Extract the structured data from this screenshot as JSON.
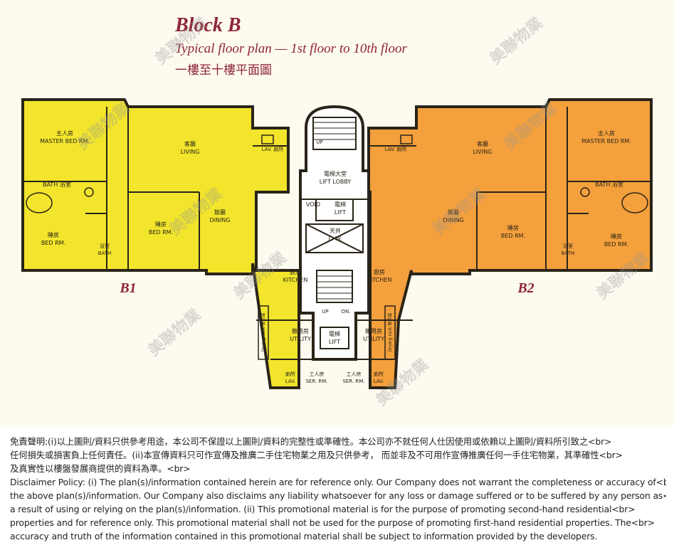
{
  "header": {
    "title": "Block B",
    "subtitle": "Typical floor plan — 1st floor to 10th floor",
    "subtitle_zh": "一樓至十樓平面圖"
  },
  "units": {
    "b1": "B1",
    "b2": "B2"
  },
  "rooms": {
    "master_b1": "主人房\nMASTER BED RM.",
    "bath_b1": "BATH 浴室",
    "bed1_b1": "睡房\nBED RM.",
    "bed2_b1": "睡房\nBED RM.",
    "bath2_b1": "浴室\nBATH",
    "living_b1": "客廳\nLIVING",
    "dining_b1": "飯廳\nDINING",
    "lav_b1": "LAV. 廁所",
    "kitchen_b1": "廚房\nKITCHEN",
    "utility_b1": "雜用房\nUTILITY",
    "lav2_b1": "廁所\nLAV.",
    "serrm_b1": "工人房\nSER. RM.",
    "master_b2": "主人房\nMASTER BED RM.",
    "bath_b2": "BATH 浴室",
    "bed1_b2": "睡房\nBED RM.",
    "bed2_b2": "睡房\nBED RM.",
    "bath2_b2": "浴室\nBATH",
    "living_b2": "客廳\nLIVING",
    "dining_b2": "飯廳\nDINING",
    "lav_b2": "LAV. 廁所",
    "kitchen_b2": "廚房\nKITCHEN",
    "utility_b2": "雜用房\nUTILITY",
    "lav2_b2": "廁所\nLAV.",
    "serrm_b2": "工人房\nSER. RM.",
    "lift_lobby": "電梯大堂\nLIFT LOBBY",
    "lift_top": "電梯\nLIFT",
    "void": "VOID",
    "lightwell": "天井\nL.   W.",
    "lift_bottom": "電梯\nLIFT",
    "stair_up_top": "UP",
    "stair_up": "UP",
    "stair_dn": "DN.",
    "drying_rack_1": "Drying rack 晾衣架",
    "drying_rack_2": "Drying rack 晾衣架"
  },
  "watermark": "美聯物業",
  "disclaimer": [
    "免責聲明:(i)以上圖則/資料只供參考用途，本公司不保證以上圖則/資料的完整性或準確性。本公司亦不就任何人仕因使用或依賴以上圖則/資料所引致之<br>",
    "任何損失或損害負上任何責任。(ii)本宣傳資料只可作宣傳及推廣二手住宅物業之用及只供參考， 而並非及不可用作宣傳推廣任何一手住宅物業，其準確性<br>",
    "及真實性以樓盤發展商提供的資料為準。<br>",
    "Disclaimer Policy: (i) The plan(s)/information contained herein are for reference only. Our Company does not warrant the completeness or accuracy of<br>",
    "the above plan(s)/information. Our Company also disclaims any liability whatsoever for any loss or damage suffered or to be suffered by any person as<br>",
    "a result of using or relying on the plan(s)/information. (ii) This promotional material is for the purpose of promoting second-hand residential<br>",
    "properties and for reference only. This promotional material shall not be used for the purpose of promoting first-hand residential properties. The<br>",
    "accuracy and truth of the information contained in this promotional material shall be subject to information provided by the developers."
  ],
  "colors": {
    "unit_b1": "#f2e52c",
    "unit_b2": "#f4a03c",
    "wall": "#2a2418",
    "header": "#8e2535",
    "core": "#ffffff"
  }
}
